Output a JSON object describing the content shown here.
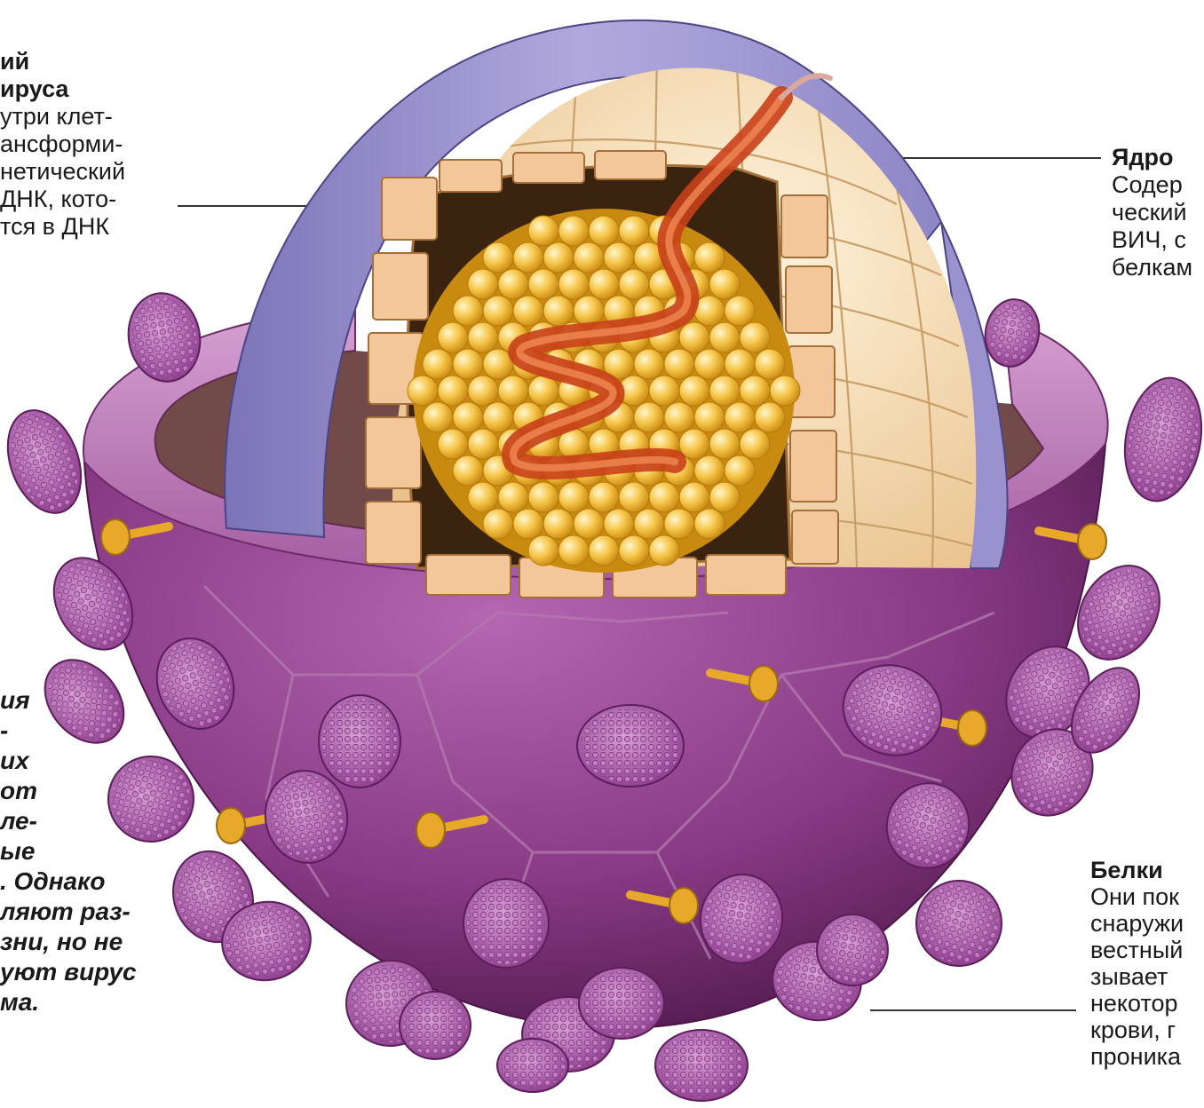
{
  "labels": {
    "top_left": {
      "lines": [
        "ий",
        "ируса",
        "утри клет-",
        "ансформи-",
        "нетический",
        "ДНК, кото-",
        "тся в ДНК"
      ]
    },
    "top_right": {
      "heading": "Ядро",
      "lines": [
        "Содер",
        "ческий",
        "ВИЧ, с",
        "белкам"
      ]
    },
    "bottom_left": {
      "lines": [
        "ия",
        "-",
        "их",
        "от",
        "ле-",
        "ые",
        ". Однако",
        "ляют раз-",
        "зни, но не",
        "уют вирус",
        "ма."
      ]
    },
    "bottom_right": {
      "heading": "Белки",
      "lines": [
        "Они пок",
        "снаружи",
        "вестный",
        "зывает",
        "некотор",
        "крови, г",
        "проника"
      ]
    }
  },
  "colors": {
    "envelope": "#8a3b86",
    "envelope_dark": "#5c1e5a",
    "capsid_shell": "#8f86c6",
    "capsid_tiles": "#f5d6a6",
    "core_beads": "#f2b93a",
    "rna": "#d2512a",
    "stud": "#e8a82a",
    "spike": "#a452a3"
  }
}
